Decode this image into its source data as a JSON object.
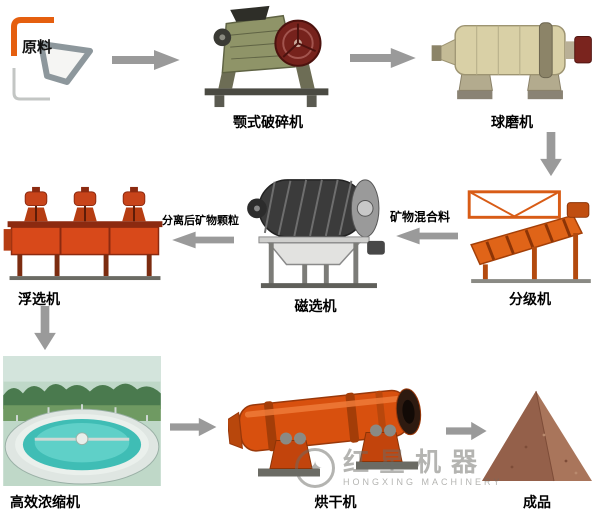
{
  "raw_material": {
    "label": "原料"
  },
  "nodes": [
    {
      "id": "jaw_crusher",
      "label": "颚式破碎机"
    },
    {
      "id": "ball_mill",
      "label": "球磨机"
    },
    {
      "id": "classifier",
      "label": "分级机"
    },
    {
      "id": "magnetic_separator",
      "label": "磁选机"
    },
    {
      "id": "flotation_machine",
      "label": "浮选机"
    },
    {
      "id": "thickener",
      "label": "高效浓缩机"
    },
    {
      "id": "dryer",
      "label": "烘干机"
    },
    {
      "id": "product",
      "label": "成品"
    }
  ],
  "flow_labels": {
    "mixed_ore": "矿物混合料",
    "separated_particles": "分离后矿物颗粒"
  },
  "watermark": {
    "logo_glyph": "✦",
    "cn": "红星机器",
    "en": "HONGXING MACHINERY"
  },
  "colors": {
    "arrow": "#9a9a9a",
    "accent_orange": "#e06018",
    "machine_red": "#d8491a",
    "label": "#000000"
  }
}
